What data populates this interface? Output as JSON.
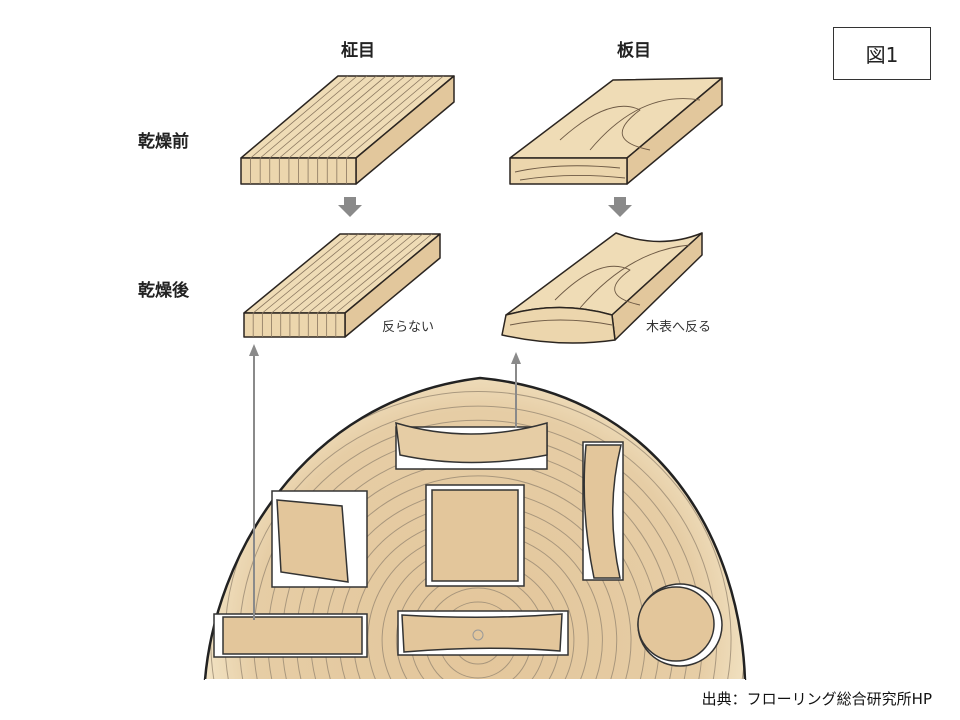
{
  "figure_label": "図1",
  "columns": {
    "quarter_sawn": "柾目",
    "flat_sawn": "板目"
  },
  "rows": {
    "before_drying": "乾燥前",
    "after_drying": "乾燥後"
  },
  "notes": {
    "quarter_sawn_result": "反らない",
    "flat_sawn_result": "木表へ反る"
  },
  "source": "出典：フローリング総合研究所HP",
  "colors": {
    "wood_light": "#efdcb6",
    "wood_dark": "#e2c79c",
    "line": "#2b2520",
    "arrow": "#8a8a8a"
  }
}
